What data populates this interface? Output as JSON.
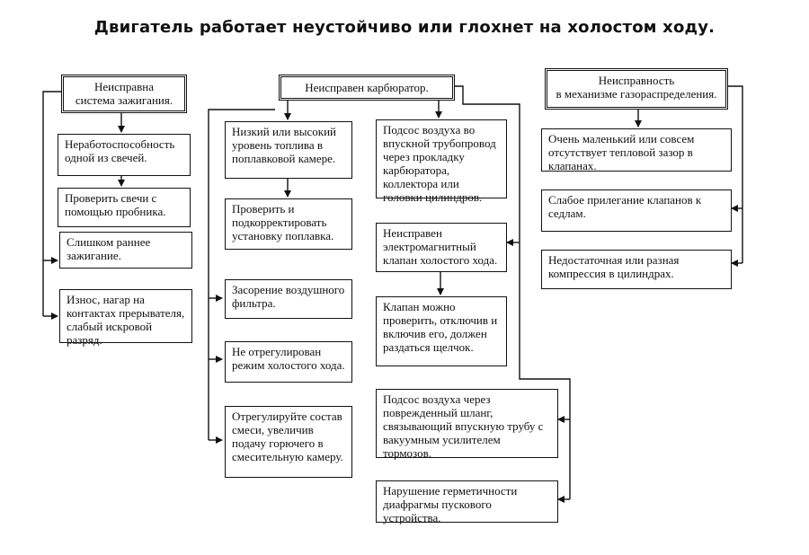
{
  "title": "Двигатель работает неустойчиво или глохнет на холостом ходу.",
  "columns": {
    "ignition": {
      "header": "Неисправна\nсистема зажигания.",
      "items": [
        "Неработоспособность одной из свечей.",
        "Проверить свечи с помощью пробника.",
        "Слишком раннее зажигание.",
        "Износ, нагар на контактах прерывателя, слабый искровой разряд."
      ]
    },
    "carburetor": {
      "header": "Неисправен карбюратор.",
      "left_items": [
        "Низкий или высокий уровень топлива в поплавковой камере.",
        "Проверить и подкорректировать установку поплавка.",
        "Засорение воздушного фильтра.",
        "Не отрегулирован режим холостого хода.",
        "Отрегулируйте состав смеси, увеличив подачу горючего в смесительную камеру."
      ],
      "right_items": [
        "Подсос воздуха во впускной трубопровод через прокладку карбюратора, коллектора или головки цилиндров.",
        "Неисправен электромагнитный клапан холостого хода.",
        "Клапан можно проверить, отключив и включив его, должен раздаться щелчок.",
        "Подсос воздуха через поврежденный шланг, связывающий впускную трубу с вакуумным усилителем тормозов.",
        "Нарушение герметичности диафрагмы пускового устройства."
      ]
    },
    "valve": {
      "header": "Неисправность\nв механизме газораспределения.",
      "items": [
        "Очень маленький или совсем отсутствует тепловой зазор в клапанах.",
        "Слабое прилегание клапанов к седлам.",
        "Недостаточная или разная компрессия в цилиндрах."
      ]
    }
  }
}
